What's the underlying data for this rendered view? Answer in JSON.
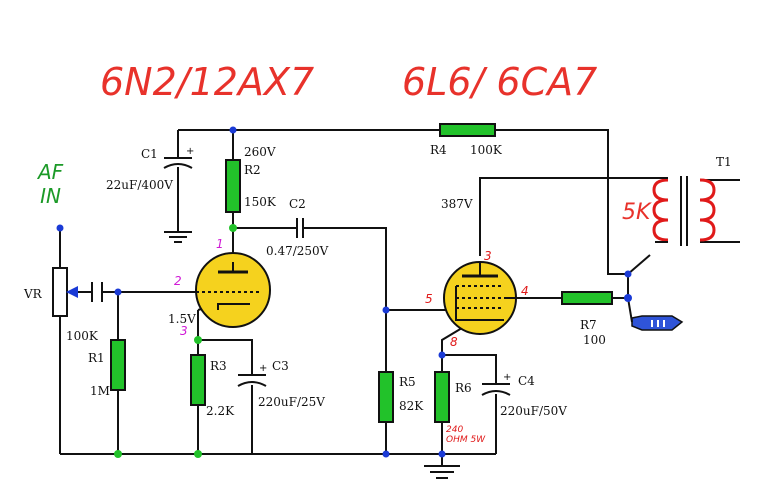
{
  "titles": {
    "preamp_tube": "6N2/12AX7",
    "power_tube": "6L6/ 6CA7"
  },
  "input": {
    "line1": "AF",
    "line2": "IN",
    "pot_label": "VR",
    "pot_value": "100K"
  },
  "components": {
    "c1_name": "C1",
    "c1_value": "22uF/400V",
    "r2_name": "R2",
    "r2_value": "150K",
    "r2_voltage": "260V",
    "c2_name": "C2",
    "c2_value": "0.47/250V",
    "r1_name": "R1",
    "r1_value": "1M",
    "cathode_voltage": "1.5V",
    "r3_name": "R3",
    "r3_value": "2.2K",
    "c3_name": "C3",
    "c3_value": "220uF/25V",
    "r4_name": "R4",
    "r4_value": "100K",
    "plate_voltage": "387V",
    "r5_name": "R5",
    "r5_value": "82K",
    "r6_name": "R6",
    "r6_note_line1": "240",
    "r6_note_line2": "OHM 5W",
    "c4_name": "C4",
    "c4_value": "220uF/50V",
    "r7_name": "R7",
    "r7_value": "100",
    "t1_name": "T1",
    "t1_impedance": "5K"
  },
  "pins": {
    "triode_plate": "1",
    "triode_grid": "2",
    "triode_cathode": "3",
    "pentode_plate": "3",
    "pentode_screen": "4",
    "pentode_grid": "5",
    "pentode_cathode": "8"
  },
  "colors": {
    "title": "#e8322b",
    "resistor": "#22c22a",
    "tube": "#f5d21e",
    "wire": "#111111",
    "af_in": "#1c9a28",
    "pin_label_triode": "#d01ad6",
    "pin_label_pentode": "#e01a1a",
    "node_green": "#22c22a",
    "node_blue": "#1a3ad6",
    "speaker": "#2f54d8"
  }
}
